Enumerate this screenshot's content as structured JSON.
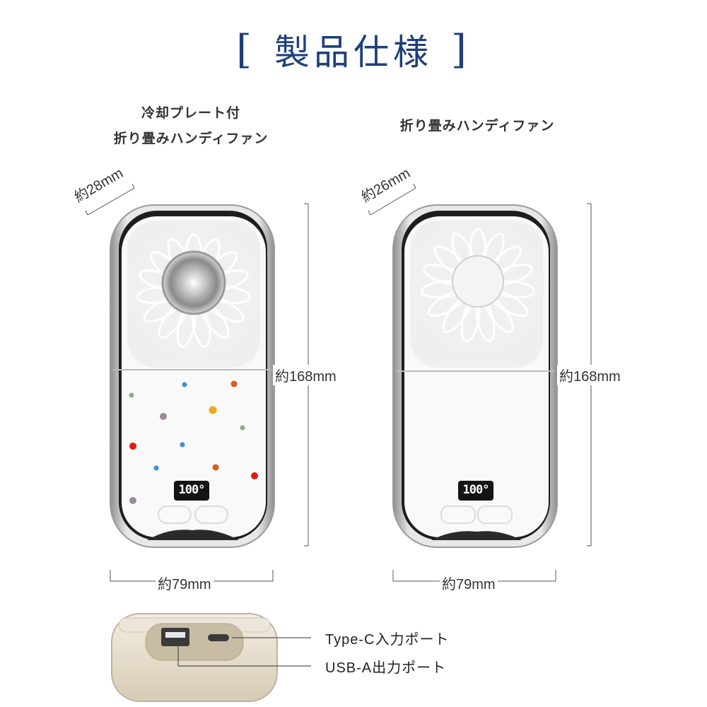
{
  "page_title": "製品仕様",
  "title_open": "[",
  "title_close": "]",
  "left_product": {
    "caption_line1": "冷却プレート付",
    "caption_line2": "折り畳みハンディファン",
    "depth": "約28mm",
    "height": "約168mm",
    "width": "約79mm",
    "display": "100°"
  },
  "right_product": {
    "caption": "折り畳みハンディファン",
    "depth": "約26mm",
    "height": "約168mm",
    "width": "約79mm",
    "display": "100°"
  },
  "ports": {
    "type_c": "Type-C入力ポート",
    "usb_a": "USB-A出力ポート"
  },
  "colors": {
    "title": "#1f3f7a",
    "body": "#f8f8f8",
    "frame": "#c9c9c9"
  }
}
